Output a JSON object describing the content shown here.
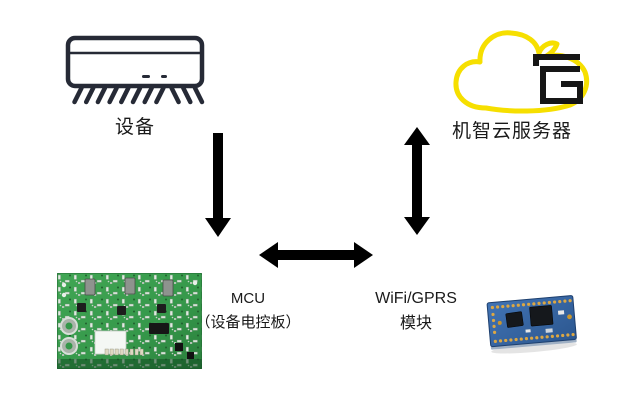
{
  "diagram": {
    "device": {
      "label": "设备",
      "icon": "air-conditioner-icon"
    },
    "cloud_server": {
      "label": "机智云服务器",
      "icon": "gizwits-cloud-icon"
    },
    "mcu": {
      "line1": "MCU",
      "line2": "（设备电控板）",
      "image": "mcu-control-board-photo"
    },
    "wifi_module": {
      "line1": "WiFi/GPRS",
      "line2": "模块",
      "image": "wifi-gprs-module-photo"
    },
    "arrows": [
      {
        "name": "device-to-mcu",
        "type": "single-head",
        "direction": "down"
      },
      {
        "name": "mcu-to-wifi-module",
        "type": "double-head",
        "direction": "horizontal"
      },
      {
        "name": "cloud-to-wifi-module",
        "type": "double-head",
        "direction": "vertical"
      }
    ],
    "colors": {
      "cloud_yellow": "#F6DF00",
      "logo_black": "#161616",
      "arrow_black": "#000000",
      "ac_outline": "#262A36",
      "pcb_green": "#35984A",
      "module_blue": "#33619C",
      "text": "#1A1A1A"
    }
  }
}
